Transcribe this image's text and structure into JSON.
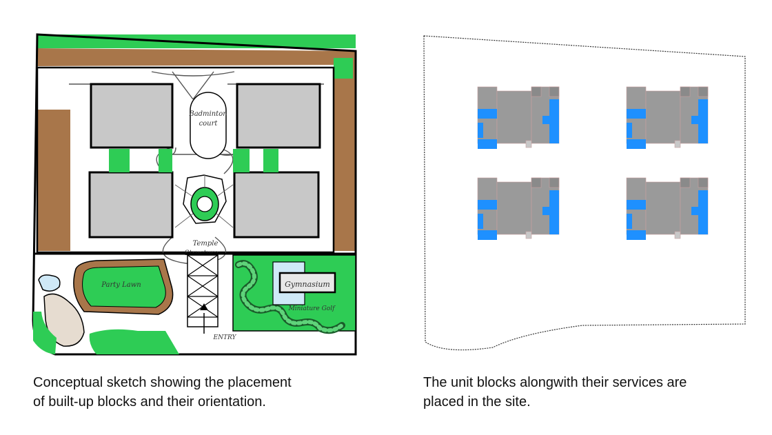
{
  "left_panel": {
    "sketch_labels": {
      "badminton_line1": "Badminton",
      "badminton_line2": "court",
      "temple_line1": "Temple",
      "temple_line2": "Structure",
      "party_lawn": "Party Lawn",
      "gymnasium": "Gymnasium",
      "mini_golf": "Miniature Golf",
      "entry": "ENTRY"
    },
    "caption_line1": "Conceptual sketch showing the placement",
    "caption_line2": "of built-up blocks and their orientation."
  },
  "right_panel": {
    "caption_line1": "The unit blocks alongwith their services are",
    "caption_line2": "placed in the site."
  },
  "colors": {
    "lawn_green": "#2ecc55",
    "path_brown": "#a8764a",
    "block_gray": "#c8c8c8",
    "unit_gray": "#9a9a9a",
    "service_blue": "#1e90ff",
    "water_blue": "#cfe9f7"
  }
}
